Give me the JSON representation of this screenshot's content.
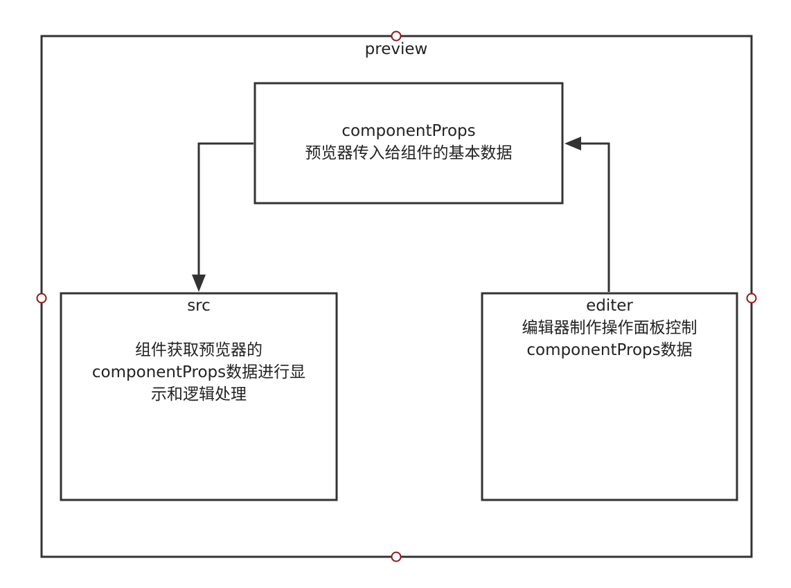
{
  "diagram": {
    "container": {
      "title": "preview"
    },
    "component_props": {
      "title": "componentProps",
      "description": "预览器传入给组件的基本数据"
    },
    "src": {
      "title": "src",
      "description_lines": [
        "组件获取预览器的",
        "componentProps数据进行显",
        "示和逻辑处理"
      ]
    },
    "editer": {
      "title": "editer",
      "description_lines": [
        "编辑器制作操作面板控制",
        "componentProps数据"
      ]
    },
    "edges": [
      {
        "from": "component_props",
        "to": "src"
      },
      {
        "from": "editer",
        "to": "component_props"
      }
    ],
    "colors": {
      "stroke": "#333333",
      "handle": "#8b1a1a",
      "background": "#ffffff"
    }
  }
}
